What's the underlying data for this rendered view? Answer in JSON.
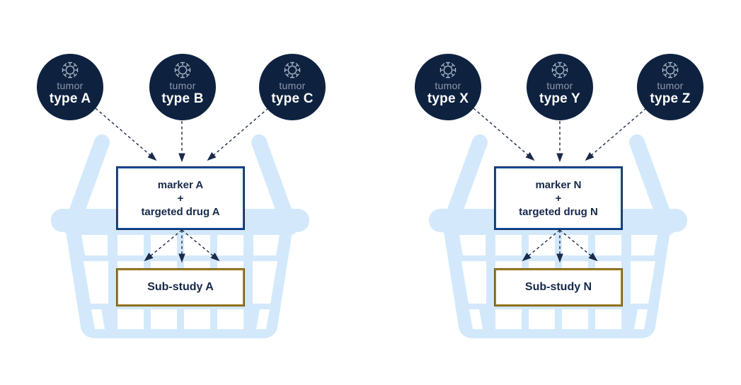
{
  "figure": "basket-trial-diagram",
  "colors": {
    "navy_circle": "#0e2240",
    "basket_light_blue": "#d3e9fb",
    "marker_box_border": "#0d4a9e",
    "substudy_box_border": "#9e7d22",
    "arrow": "#1b2b4b",
    "tumor_text": "#8e98ac"
  },
  "icon_names": {
    "circle_glyph": "virus-icon",
    "background_graphic": "shopping-basket-icon",
    "connector": "dashed-arrow-icon"
  },
  "baskets": [
    {
      "circles": [
        {
          "line1": "tumor",
          "line2": "type A"
        },
        {
          "line1": "tumor",
          "line2": "type B"
        },
        {
          "line1": "tumor",
          "line2": "type C"
        }
      ],
      "marker_box": {
        "line1": "marker A",
        "line2": "+",
        "line3": "targeted drug A"
      },
      "substudy_box": {
        "label": "Sub-study A"
      }
    },
    {
      "circles": [
        {
          "line1": "tumor",
          "line2": "type X"
        },
        {
          "line1": "tumor",
          "line2": "type Y"
        },
        {
          "line1": "tumor",
          "line2": "type Z"
        }
      ],
      "marker_box": {
        "line1": "marker N",
        "line2": "+",
        "line3": "targeted drug N"
      },
      "substudy_box": {
        "label": "Sub-study N"
      }
    }
  ]
}
